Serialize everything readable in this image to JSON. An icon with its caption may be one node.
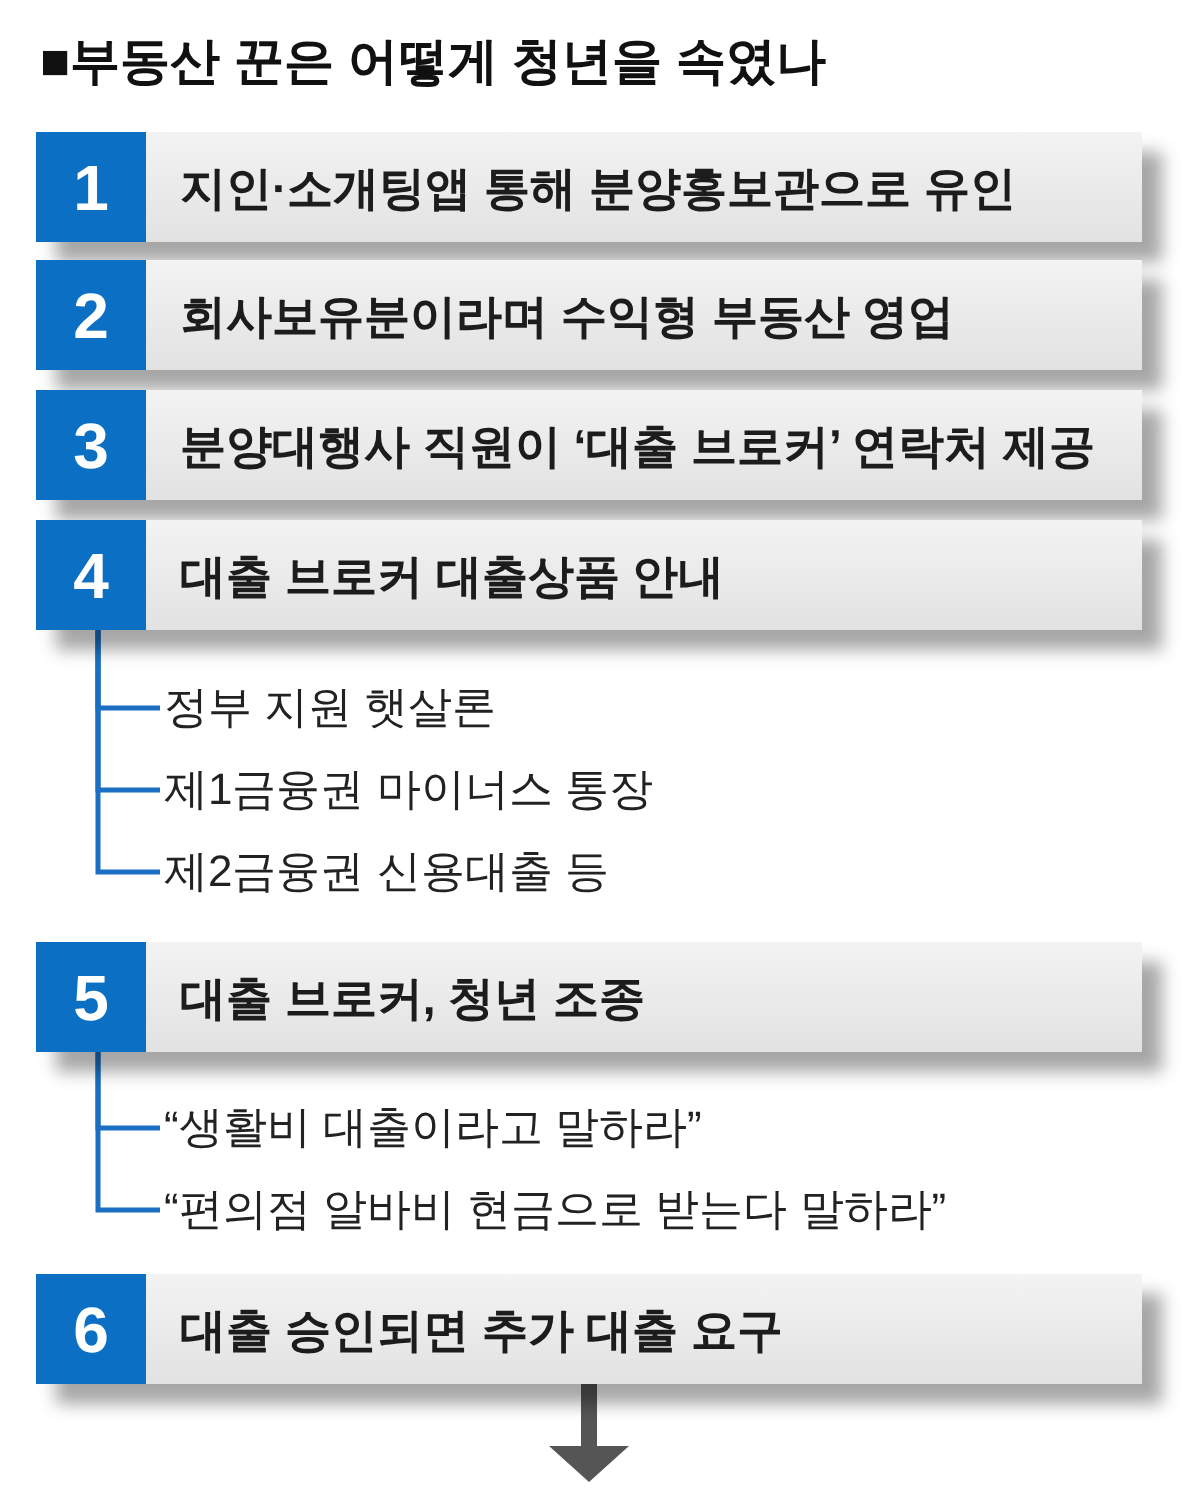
{
  "diagram": {
    "title": "■부동산 꾼은 어떻게 청년을 속였나",
    "nodes": [
      {
        "text": [
          "1",
          "지인·소개팅앱 통해 분양홍보관으로 유인"
        ]
      },
      {
        "text": [
          "2",
          "회사보유분이라며 수익형 부동산 영업"
        ]
      },
      {
        "text": [
          "3",
          "분양대행사 직원이 ‘대출 브로커’ 연락처 제공"
        ]
      },
      {
        "text": [
          "4",
          "대출 브로커 대출상품 안내"
        ]
      },
      {
        "text": [
          "정부 지원 햇살론"
        ]
      },
      {
        "text": [
          "제1금융권 마이너스 통장"
        ]
      },
      {
        "text": [
          "제2금융권 신용대출 등"
        ]
      },
      {
        "text": [
          "5",
          "대출 브로커, 청년 조종"
        ]
      },
      {
        "text": [
          "“생활비 대출이라고 말하라”"
        ]
      },
      {
        "text": [
          "“편의점 알바비 현금으로 받는다 말하라”"
        ]
      },
      {
        "text": [
          "6",
          "대출 승인되면 추가 대출 요구"
        ]
      }
    ],
    "edges": [
      {
        "from": 3,
        "to": 4,
        "arrow": "none"
      },
      {
        "from": 3,
        "to": 5,
        "arrow": "none"
      },
      {
        "from": 3,
        "to": 6,
        "arrow": "none"
      },
      {
        "from": 7,
        "to": 8,
        "arrow": "none"
      },
      {
        "from": 7,
        "to": 9,
        "arrow": "none"
      },
      {
        "from": 10,
        "to": null,
        "arrow": "to",
        "style": "thick",
        "color": "#555555"
      }
    ]
  }
}
